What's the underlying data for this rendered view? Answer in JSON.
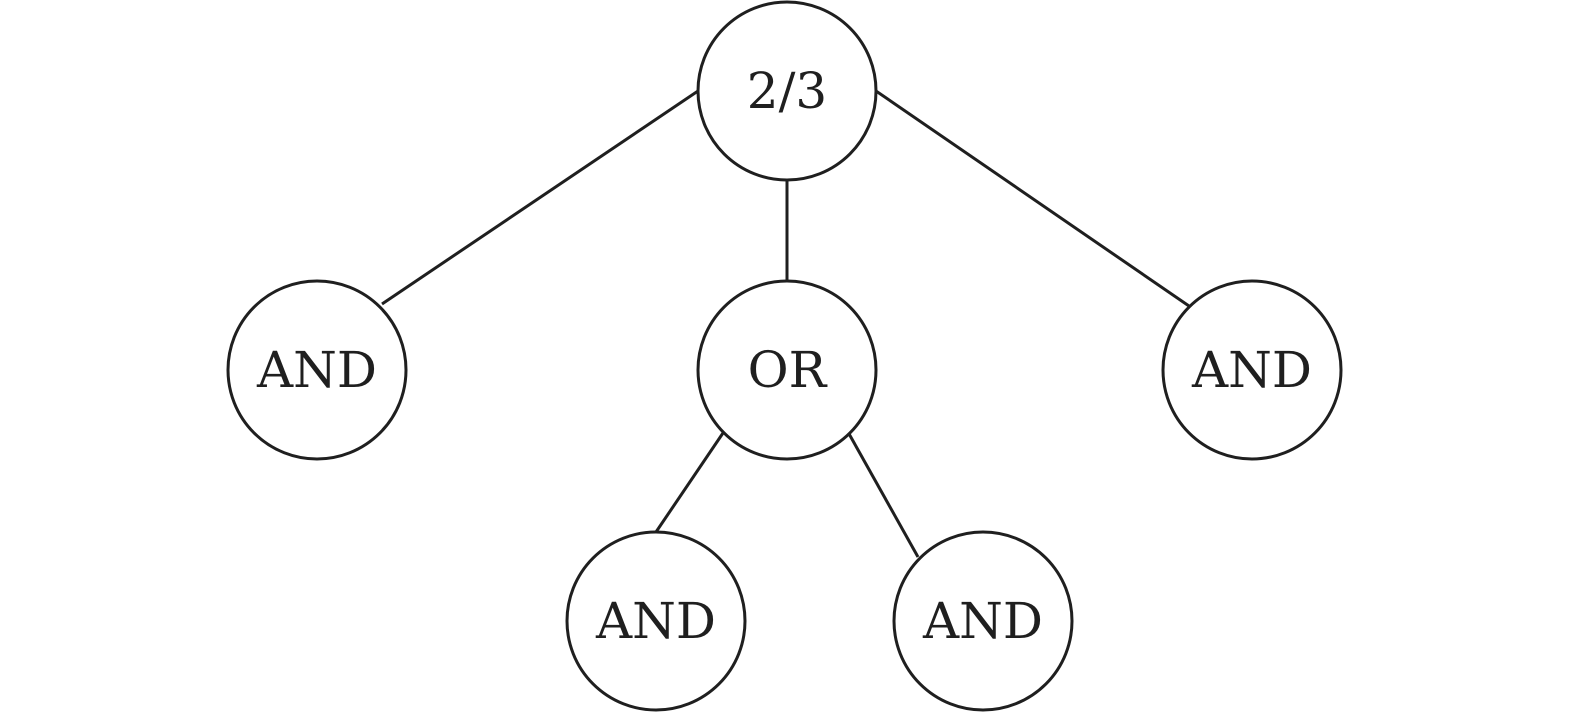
{
  "colors": {
    "stroke": "#1f1f1f",
    "background": "#ffffff"
  },
  "nodes": {
    "root": "2/3",
    "left": "AND",
    "middle": "OR",
    "right": "AND",
    "bottom_left": "AND",
    "bottom_right": "AND"
  }
}
